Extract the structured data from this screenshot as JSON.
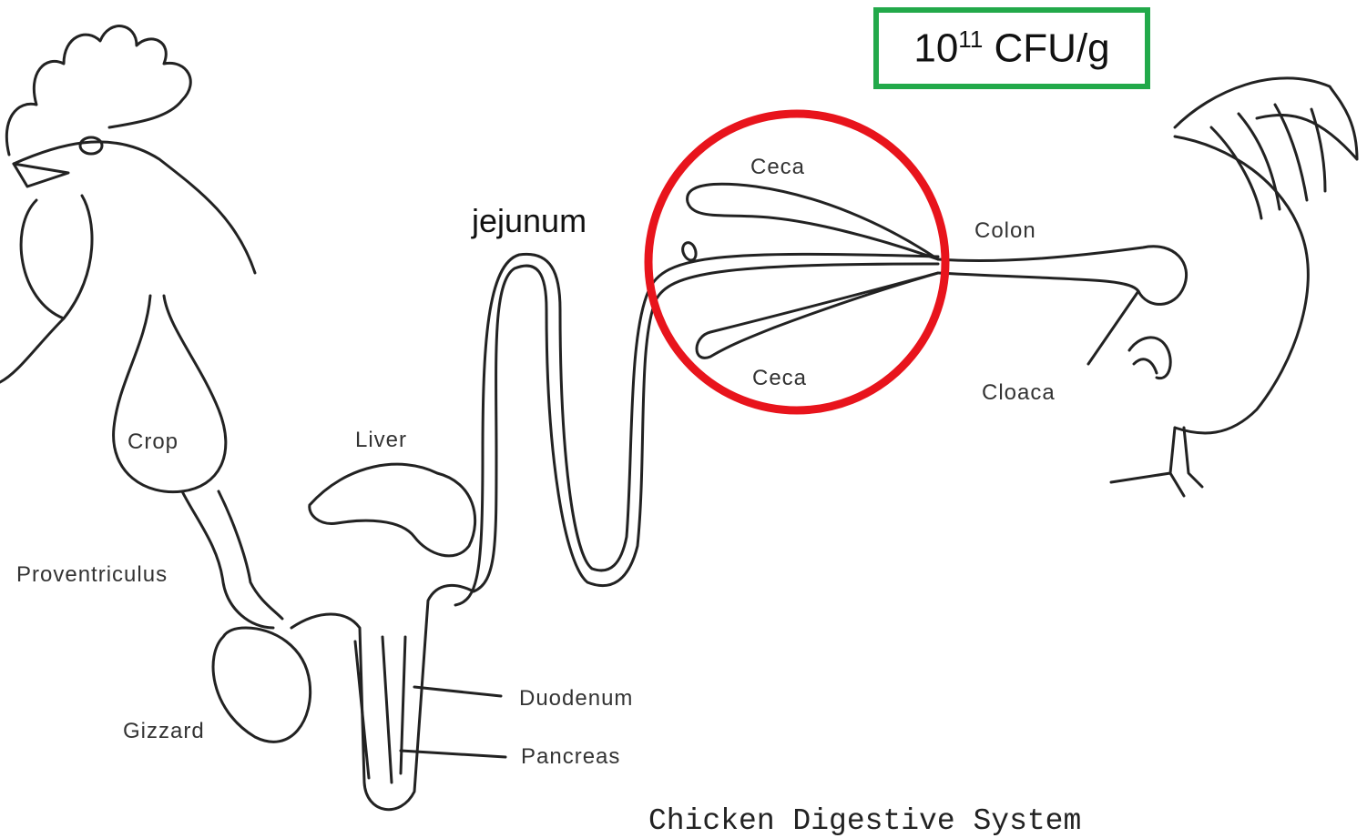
{
  "annotation": {
    "cfu_base": "10",
    "cfu_exponent": "11",
    "cfu_unit": "CFU/g",
    "box_color": "#22a94a",
    "highlight_color": "#e8141c"
  },
  "labels": {
    "jejunum": "jejunum",
    "ceca_top": "Ceca",
    "ceca_bottom": "Ceca",
    "colon": "Colon",
    "cloaca": "Cloaca",
    "crop": "Crop",
    "liver": "Liver",
    "proventriculus": "Proventriculus",
    "gizzard": "Gizzard",
    "duodenum": "Duodenum",
    "pancreas": "Pancreas"
  },
  "caption": "Chicken Digestive System"
}
